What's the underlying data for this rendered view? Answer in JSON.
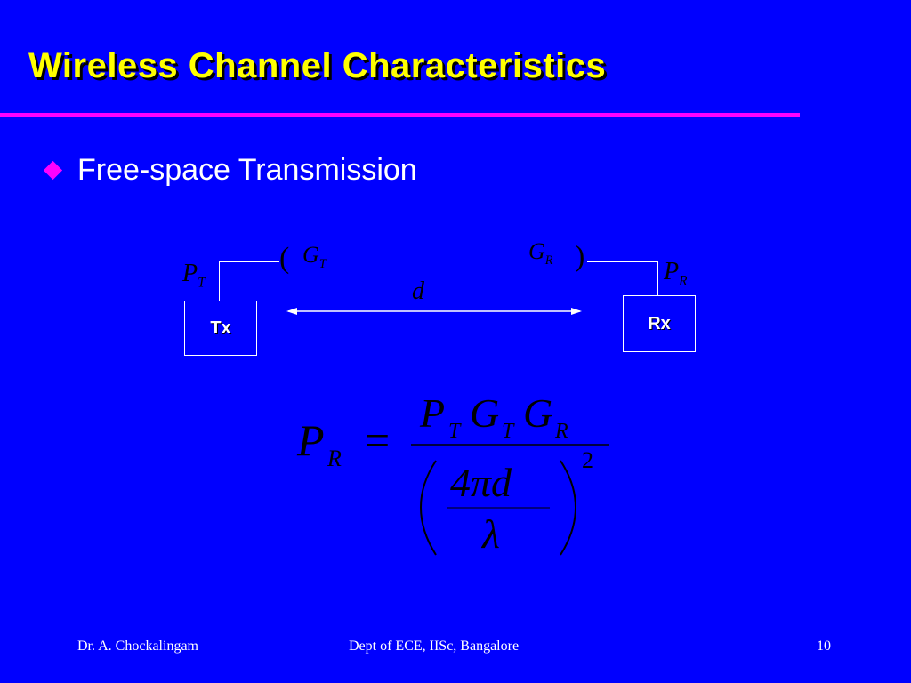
{
  "slide": {
    "title": "Wireless Channel Characteristics",
    "bullet": "Free-space Transmission"
  },
  "diagram": {
    "tx_label": "Tx",
    "rx_label": "Rx",
    "tx_power": "P",
    "tx_power_sub": "T",
    "tx_gain": "G",
    "tx_gain_sub": "T",
    "rx_gain": "G",
    "rx_gain_sub": "R",
    "rx_power": "P",
    "rx_power_sub": "R",
    "distance": "d"
  },
  "formula": {
    "lhs": "P",
    "lhs_sub": "R",
    "equals": "=",
    "num_p": "P",
    "num_p_sub": "T",
    "num_g1": "G",
    "num_g1_sub": "T",
    "num_g2": "G",
    "num_g2_sub": "R",
    "den_num": "4πd",
    "den_den": "λ",
    "exponent": "2"
  },
  "footer": {
    "author": "Dr. A. Chockalingam",
    "dept": "Dept of ECE, IISc, Bangalore",
    "page": "10"
  },
  "colors": {
    "background": "#0000FF",
    "title": "#FFFF00",
    "rule": "#FF00FF",
    "bullet": "#FF00FF"
  }
}
